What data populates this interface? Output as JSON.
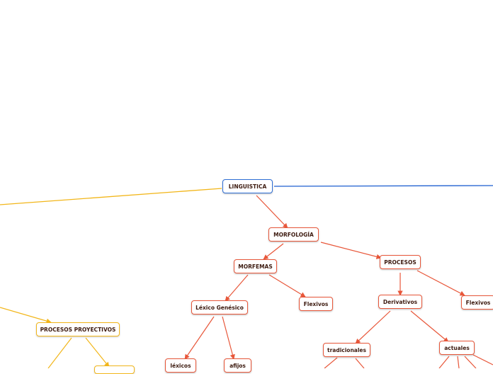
{
  "colors": {
    "root_border": "#2f6fd6",
    "branch_red": "#e8573a",
    "branch_yellow": "#f2b61a",
    "branch_blue": "#1e5fd0",
    "text": "#3d1b10",
    "background": "#ffffff"
  },
  "nodes": {
    "root": "LINGUISTICA",
    "morfologia": "MORFOLOGÍA",
    "morfemas": "MORFEMAS",
    "procesos": "PROCESOS",
    "lexico_genesico": "Léxico Genésico",
    "flexivos_morfemas": "Flexivos",
    "derivativos": "Derivativos",
    "flexivos_procesos": "Flexivos",
    "procesos_proyectivos": "PROCESOS PROYECTIVOS",
    "lexicos": "léxicos",
    "afijos": "afijos",
    "tradicionales": "tradicionales",
    "actuales": "actuales"
  }
}
